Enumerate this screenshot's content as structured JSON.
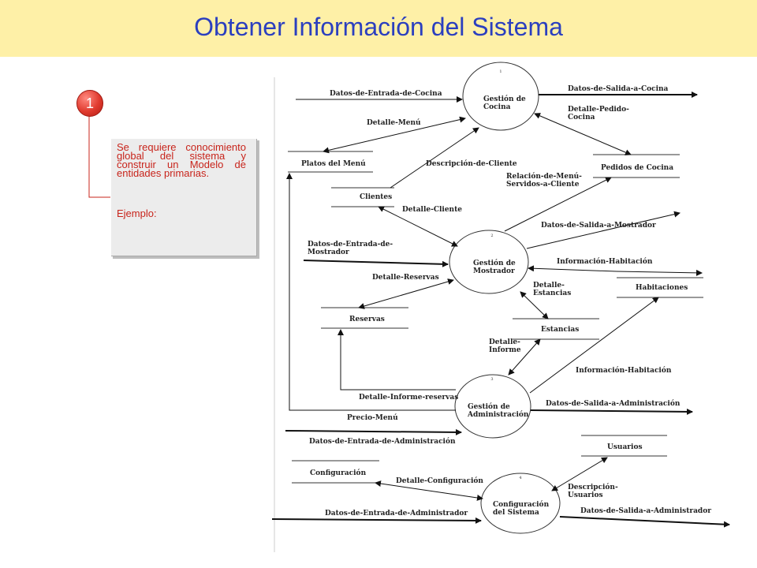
{
  "slide": {
    "title": "Obtener Información del Sistema",
    "step_number": "1",
    "note_text": "Se requiere conocimiento global del sistema y construir un Modelo de entidades primarias.",
    "note_example": "Ejemplo:",
    "colors": {
      "header_bg": "#fef0a7",
      "title": "#2b3fbf",
      "accent_red": "#c8241b"
    }
  },
  "diagram": {
    "processes": [
      {
        "number": "1",
        "line1": "Gestión de",
        "line2": "Cocina"
      },
      {
        "number": "2",
        "line1": "Gestión de",
        "line2": "Mostrador"
      },
      {
        "number": "3",
        "line1": "Gestión de",
        "line2": "Administración"
      },
      {
        "number": "4",
        "line1": "Configuración",
        "line2": "del Sistema"
      }
    ],
    "stores": {
      "platos": "Platos del Menú",
      "clientes": "Clientes",
      "pedidos": "Pedidos de Cocina",
      "habitaciones": "Habitaciones",
      "reservas": "Reservas",
      "estancias": "Estancias",
      "usuarios": "Usuarios",
      "configuracion": "Configuración"
    },
    "flows": {
      "entrada_cocina": "Datos-de-Entrada-de-Cocina",
      "salida_cocina": "Datos-de-Salida-a-Cocina",
      "detalle_menu": "Detalle-Menú",
      "detalle_pedido_1": "Detalle-Pedido-",
      "detalle_pedido_2": "Cocina",
      "descripcion_cliente": "Descripción-de-Cliente",
      "relacion_menu_1": "Relación-de-Menú-",
      "relacion_menu_2": "Servidos-a-Cliente",
      "detalle_cliente": "Detalle-Cliente",
      "salida_mostrador": "Datos-de-Salida-a-Mostrador",
      "entrada_mostrador_1": "Datos-de-Entrada-de-",
      "entrada_mostrador_2": "Mostrador",
      "info_habitacion_1": "Información-Habitación",
      "detalle_reservas": "Detalle-Reservas",
      "detalle_estancias_1": "Detalle-",
      "detalle_estancias_2": "Estancias",
      "detalle_informe_1": "Detalle-",
      "detalle_informe_2": "Informe",
      "info_habitacion_2": "Información-Habitación",
      "detalle_informe_reservas": "Detalle-Informe-reservas",
      "salida_administracion": "Datos-de-Salida-a-Administración",
      "precio_menu": "Precio-Menú",
      "entrada_administracion": "Datos-de-Entrada-de-Administración",
      "detalle_configuracion": "Detalle-Configuración",
      "descripcion_usuarios_1": "Descripción-",
      "descripcion_usuarios_2": "Usuarios",
      "entrada_administrador": "Datos-de-Entrada-de-Administrador",
      "salida_administrador": "Datos-de-Salida-a-Administrador"
    }
  }
}
